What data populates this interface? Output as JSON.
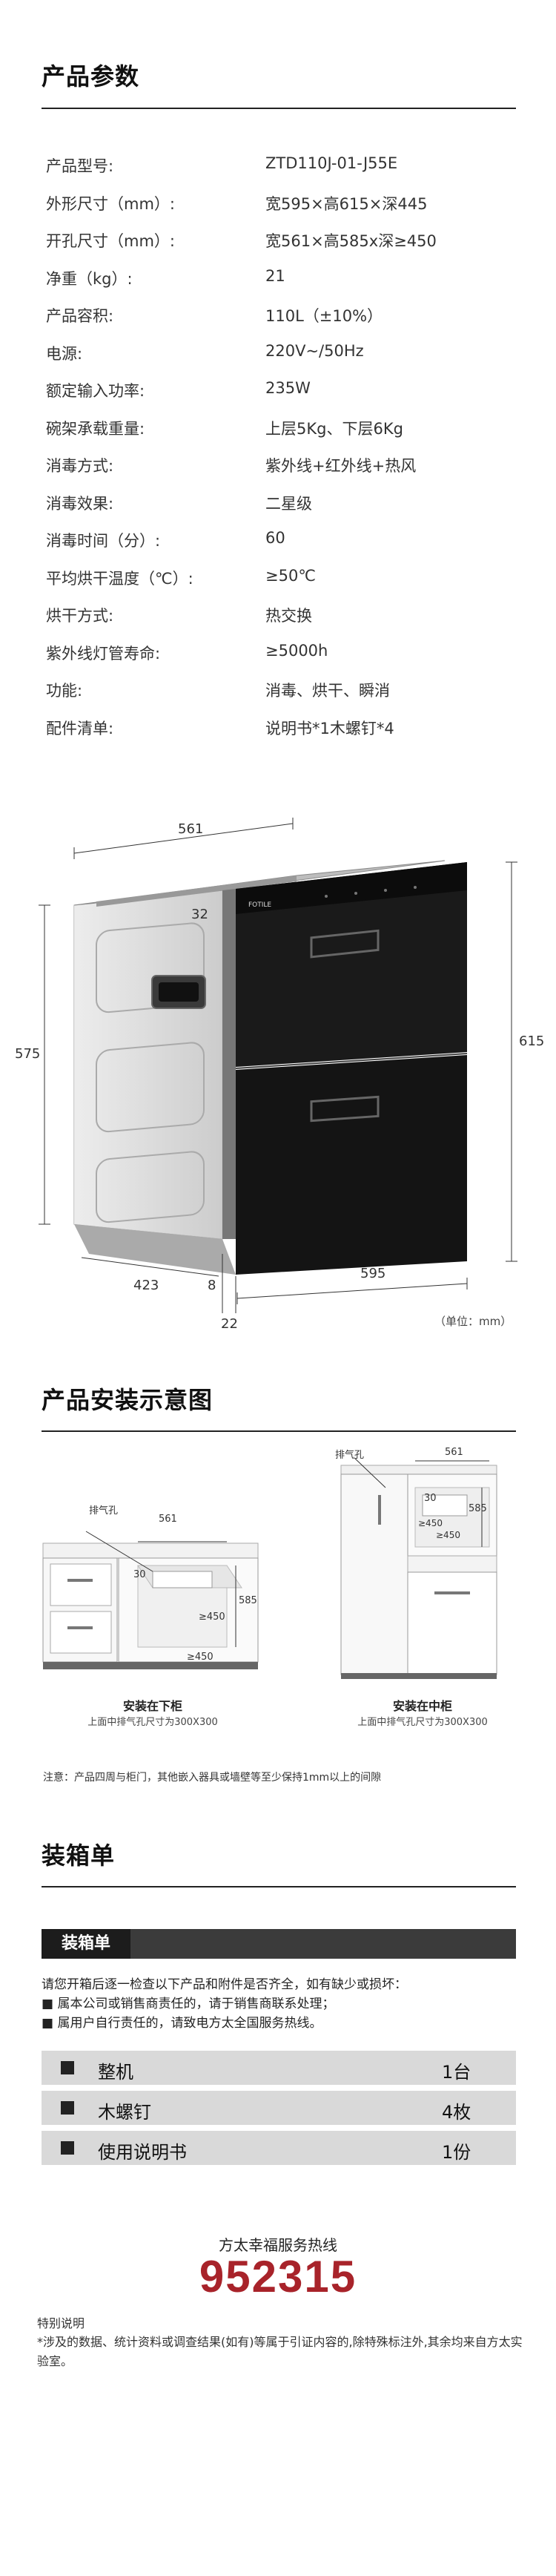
{
  "params": {
    "title": "产品参数",
    "rows": [
      {
        "k": "产品型号:",
        "v": "ZTD110J-01-J55E"
      },
      {
        "k": "外形尺寸（mm）:",
        "v": "宽595×高615×深445"
      },
      {
        "k": "开孔尺寸（mm）:",
        "v": "宽561×高585x深≥450"
      },
      {
        "k": "净重（kg）:",
        "v": "21"
      },
      {
        "k": "产品容积:",
        "v": "110L（±10%）"
      },
      {
        "k": "电源:",
        "v": "220V~/50Hz"
      },
      {
        "k": "额定输入功率:",
        "v": "235W"
      },
      {
        "k": "碗架承载重量:",
        "v": "上层5Kg、下层6Kg"
      },
      {
        "k": "消毒方式:",
        "v": "紫外线+红外线+热风"
      },
      {
        "k": "消毒效果:",
        "v": "二星级"
      },
      {
        "k": "消毒时间（分）:",
        "v": "60"
      },
      {
        "k": "平均烘干温度（℃）:",
        "v": "≥50℃"
      },
      {
        "k": "烘干方式:",
        "v": "热交换"
      },
      {
        "k": "紫外线灯管寿命:",
        "v": "≥5000h"
      },
      {
        "k": "功能:",
        "v": "消毒、烘干、瞬消"
      },
      {
        "k": "配件清单:",
        "v": "说明书*1木螺钉*4"
      }
    ]
  },
  "diagram": {
    "width_top": "561",
    "depth_gap": "32",
    "height_left": "575",
    "height_right": "615",
    "depth_bottom": "423",
    "gap_bottom": "8",
    "width_bottom": "595",
    "bottom_22": "22",
    "unit": "（单位：mm）",
    "brand": "FOTILE"
  },
  "install": {
    "title": "产品安装示意图",
    "left": {
      "vent_label": "排气孔",
      "w": "561",
      "d": "30",
      "h1": "585",
      "h2": "≥450",
      "h3": "≥450",
      "caption": "安装在下柜",
      "sub": "上面中排气孔尺寸为300X300"
    },
    "right": {
      "vent_label": "排气孔",
      "w": "561",
      "d": "30",
      "h1": "585",
      "h2": "≥450",
      "h3": "≥450",
      "caption": "安装在中柜",
      "sub": "上面中排气孔尺寸为300X300"
    },
    "note": "注意：产品四周与柜门，其他嵌入器具或墙壁等至少保持1mm以上的间隙"
  },
  "packing": {
    "title": "装箱单",
    "tab": "装箱单",
    "intro": "请您开箱后逐一检查以下产品和附件是否齐全，如有缺少或损坏：",
    "line1": "■ 属本公司或销售商责任的，请于销售商联系处理；",
    "line2": "■ 属用户自行责任的，请致电方太全国服务热线。",
    "items": [
      {
        "name": "整机",
        "qty": "1台"
      },
      {
        "name": "木螺钉",
        "qty": "4枚"
      },
      {
        "name": "使用说明书",
        "qty": "1份"
      }
    ]
  },
  "hotline": {
    "label": "方太幸福服务热线",
    "number": "952315"
  },
  "footnote": {
    "title": "特别说明",
    "body": "*涉及的数据、统计资料或调查结果(如有)等属于引证内容的,除特殊标注外,其余均来自方太实验室。"
  }
}
